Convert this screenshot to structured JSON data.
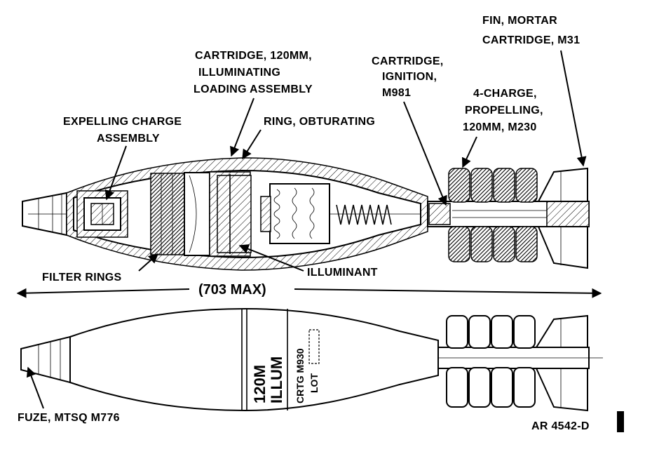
{
  "labels": {
    "fin": [
      "FIN, MORTAR",
      "CARTRIDGE, M31"
    ],
    "cartridge_loading": [
      "CARTRIDGE, 120MM,",
      "ILLUMINATING",
      "LOADING ASSEMBLY"
    ],
    "cartridge_ignition": [
      "CARTRIDGE,",
      "IGNITION,",
      "M981"
    ],
    "charge": [
      "4-CHARGE,",
      "PROPELLING,",
      "120MM, M230"
    ],
    "expelling": [
      "EXPELLING CHARGE",
      "ASSEMBLY"
    ],
    "ring": "RING, OBTURATING",
    "filter": "FILTER RINGS",
    "illuminant": "ILLUMINANT",
    "length": "(703 MAX)",
    "fuze": "FUZE, MTSQ M776",
    "figure_id": "AR 4542-D"
  },
  "markings": {
    "caliber": "120M",
    "type": "ILLUM",
    "model": "CRTG M930",
    "lot": "LOT"
  }
}
